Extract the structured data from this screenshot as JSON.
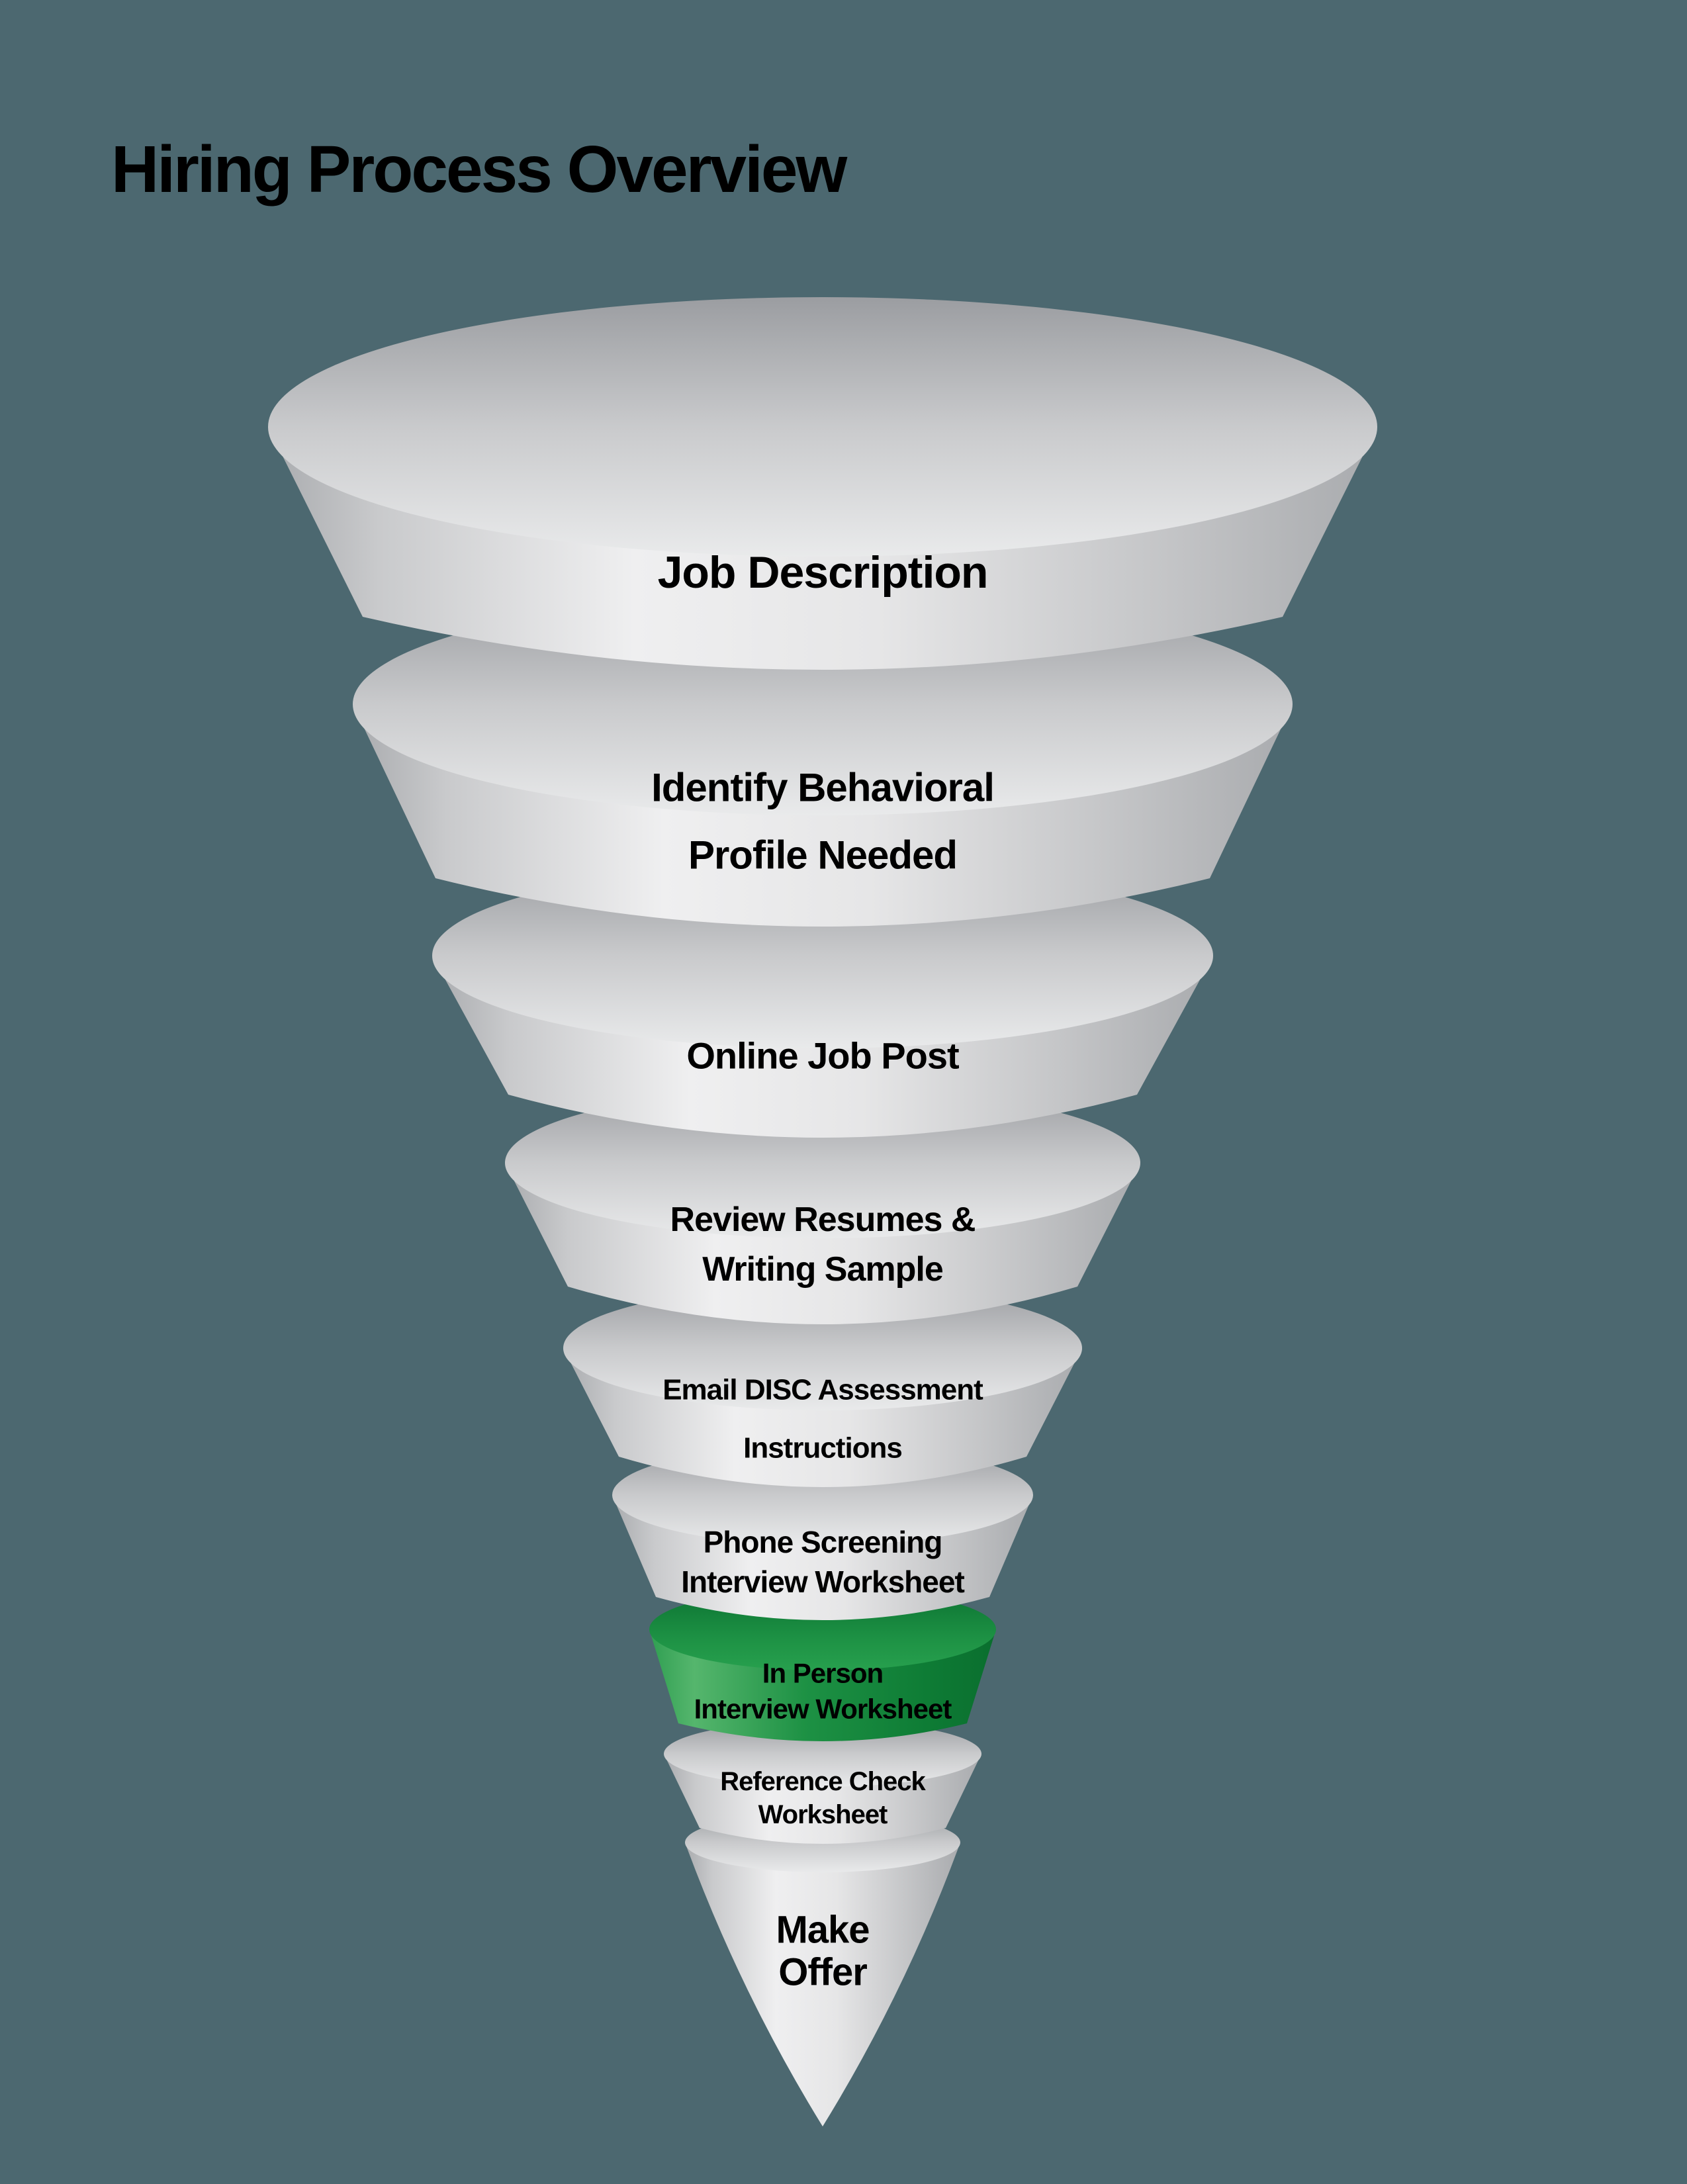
{
  "title": "Hiring Process Overview",
  "background_color": "#4c6870",
  "funnel": {
    "type": "funnel",
    "stage_count": 9,
    "tier_color": "#d9dadb",
    "highlight_color": "#13823a",
    "text_color": "#000000",
    "stages": [
      {
        "step": 1,
        "label": "Job Description",
        "lines": [
          "Job Description"
        ],
        "highlighted": false
      },
      {
        "step": 2,
        "label": "Identify Behavioral Profile Needed",
        "lines": [
          "Identify Behavioral",
          "Profile Needed"
        ],
        "highlighted": false
      },
      {
        "step": 3,
        "label": "Online Job Post",
        "lines": [
          "Online Job Post"
        ],
        "highlighted": false
      },
      {
        "step": 4,
        "label": "Review Resumes & Writing Sample",
        "lines": [
          "Review Resumes &",
          "Writing Sample"
        ],
        "highlighted": false
      },
      {
        "step": 5,
        "label": "Email DISC Assessment Instructions",
        "lines": [
          "Email DISC Assessment",
          "Instructions"
        ],
        "highlighted": false
      },
      {
        "step": 6,
        "label": "Phone Screening Interview Worksheet",
        "lines": [
          "Phone Screening",
          "Interview Worksheet"
        ],
        "highlighted": false
      },
      {
        "step": 7,
        "label": "In Person Interview Worksheet",
        "lines": [
          "In Person",
          "Interview Worksheet"
        ],
        "highlighted": true
      },
      {
        "step": 8,
        "label": "Reference Check Worksheet",
        "lines": [
          "Reference Check",
          "Worksheet"
        ],
        "highlighted": false
      },
      {
        "step": 9,
        "label": "Make Offer",
        "lines": [
          "Make",
          "Offer"
        ],
        "highlighted": false
      }
    ]
  }
}
